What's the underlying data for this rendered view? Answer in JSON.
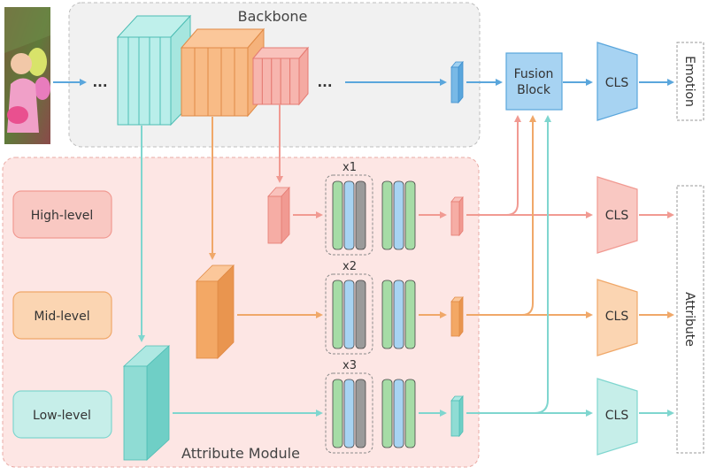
{
  "backbone": {
    "title": "Backbone",
    "ellipsis_left": "...",
    "ellipsis_right": "..."
  },
  "fusion": {
    "line1": "Fusion",
    "line2": "Block"
  },
  "emotion": {
    "cls_label": "CLS",
    "output_label": "Emotion"
  },
  "attribute_module": {
    "title": "Attribute Module",
    "levels": [
      {
        "label": "High-level",
        "repeat": "x1"
      },
      {
        "label": "Mid-level",
        "repeat": "x2"
      },
      {
        "label": "Low-level",
        "repeat": "x3"
      }
    ]
  },
  "attribute_heads": {
    "cls_labels": [
      "CLS",
      "CLS",
      "CLS"
    ],
    "output_label": "Attribute"
  },
  "colors": {
    "cyan": "#7fd6cf",
    "orange": "#f0a869",
    "pink": "#f19a92",
    "blue": "#5aa6dc",
    "light_blue": "#a7d3f2",
    "green": "#a6dca6",
    "gray": "#9a9a9a"
  }
}
